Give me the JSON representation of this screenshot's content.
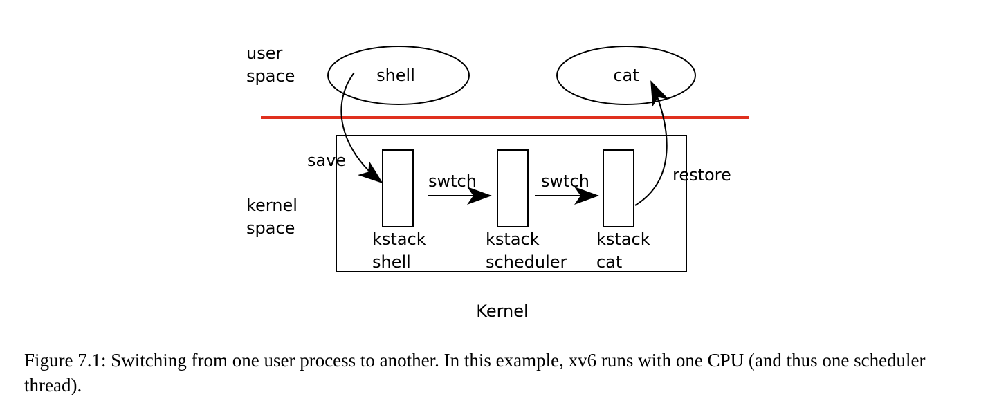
{
  "labels": {
    "user_space_line1": "user",
    "user_space_line2": "space",
    "kernel_space_line1": "kernel",
    "kernel_space_line2": "space",
    "kernel": "Kernel"
  },
  "processes": {
    "shell": "shell",
    "cat": "cat"
  },
  "arrows": {
    "save": "save",
    "swtch_1": "swtch",
    "swtch_2": "swtch",
    "restore": "restore"
  },
  "stacks": [
    {
      "line1": "kstack",
      "line2": "shell"
    },
    {
      "line1": "kstack",
      "line2": "scheduler"
    },
    {
      "line1": "kstack",
      "line2": "cat"
    }
  ],
  "colors": {
    "boundary_line": "#e0301e"
  },
  "caption": "Figure 7.1: Switching from one user process to another. In this example, xv6 runs with one CPU (and thus one scheduler thread)."
}
